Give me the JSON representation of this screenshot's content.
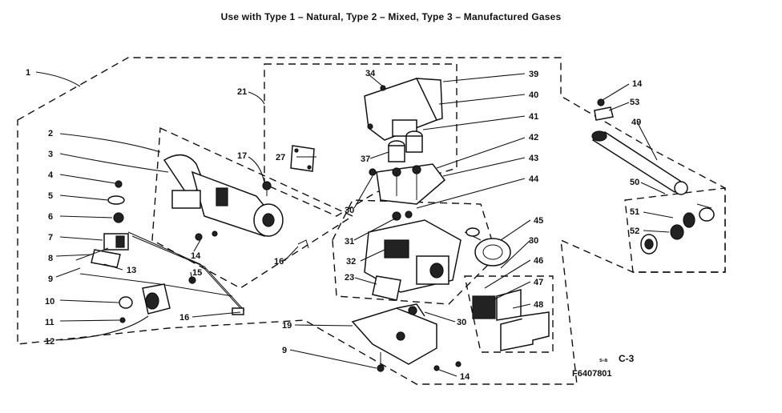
{
  "title": "Use with Type 1 – Natural, Type 2 – Mixed, Type 3 – Manufactured Gases",
  "callouts": {
    "c1": "1",
    "c2": "2",
    "c3": "3",
    "c4": "4",
    "c5": "5",
    "c6": "6",
    "c7": "7",
    "c8": "8",
    "c9a": "9",
    "c10": "10",
    "c11": "11",
    "c12": "12",
    "c13": "13",
    "c14a": "14",
    "c15": "15",
    "c16a": "16",
    "c16b": "16",
    "c17": "17",
    "c19": "19",
    "c9b": "9",
    "c14b": "14",
    "c21": "21",
    "c27": "27",
    "c30a": "30",
    "c30b": "30",
    "c30c": "30",
    "c31": "31",
    "c32": "32",
    "c23": "23",
    "c34": "34",
    "c37": "37",
    "c39": "39",
    "c40": "40",
    "c41": "41",
    "c42": "42",
    "c43": "43",
    "c44": "44",
    "c45": "45",
    "c46": "46",
    "c47": "47",
    "c48": "48",
    "c14c": "14",
    "c53": "53",
    "c49": "49",
    "c50": "50",
    "c51": "51",
    "c52": "52"
  },
  "ref_code": "C-3",
  "ref_prefix": "s-a",
  "part_number": "F6407801"
}
